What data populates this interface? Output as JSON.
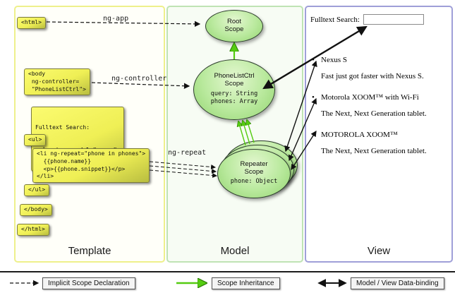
{
  "panels": {
    "template": {
      "label": "Template"
    },
    "model": {
      "label": "Model"
    },
    "view": {
      "label": "View"
    }
  },
  "code": {
    "html_open": "<html>",
    "body_open": "<body\n ng-controller=\n \"PhoneListCtrl\">",
    "search_label": "Fulltext Search:",
    "search_input": " <input ng-model=\"query\">",
    "ul_open": "<ul>",
    "li_repeat": "<li ng-repeat=\"phone in phones\">\n  {{phone.name}}\n  <p>{{phone.snippet}}</p>\n</li>",
    "ul_close": "</ul>",
    "body_close": "</body>",
    "html_close": "</html>"
  },
  "arrow_labels": {
    "ng_app": "ng-app",
    "ng_controller": "ng-controller",
    "ng_repeat": "ng-repeat"
  },
  "model": {
    "root_scope_title": "Root\nScope",
    "phonelist_title": "PhoneListCtrl\nScope",
    "phonelist_query": "query: String",
    "phonelist_phones": "phones: Array",
    "repeater_title": "Repeater\nScope",
    "repeater_phone": "phone: Object"
  },
  "view": {
    "search_label": "Fulltext Search:",
    "search_value": "",
    "bullet": "•",
    "items": [
      {
        "title": "Nexus S",
        "snippet": "Fast just got faster with Nexus S."
      },
      {
        "title": "Motorola XOOM™ with Wi-Fi",
        "snippet": "The Next, Next Generation tablet."
      },
      {
        "title": "MOTOROLA XOOM™",
        "snippet": "The Next, Next Generation tablet."
      }
    ]
  },
  "legend": {
    "implicit": "Implicit Scope Declaration",
    "inheritance": "Scope Inheritance",
    "binding": "Model / View Data-binding"
  },
  "colors": {
    "code_box_yellow": "#f2f24f",
    "scope_green": "#b9e99d",
    "inheritance_green": "#55cc11",
    "template_border": "#eef08c",
    "model_border": "#bfe3b4",
    "view_border": "#9f9fd8"
  }
}
